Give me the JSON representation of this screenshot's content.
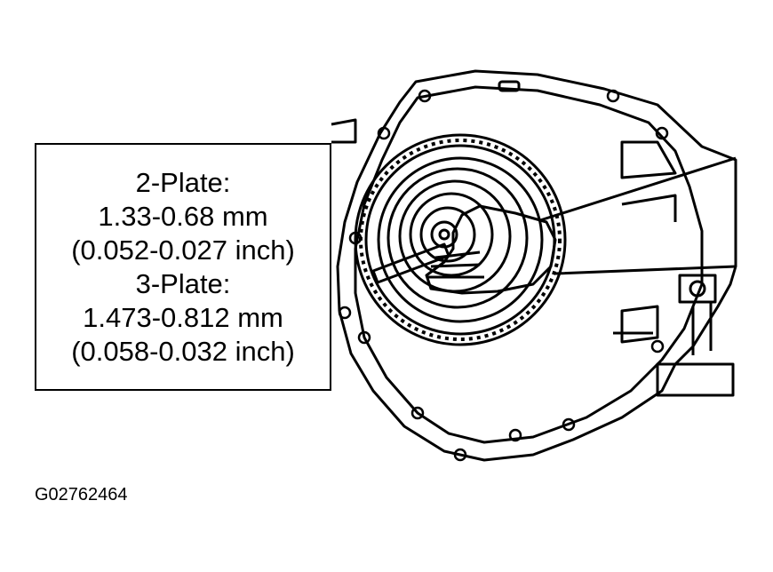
{
  "callout": {
    "lines": [
      "2-Plate:",
      "1.33-0.68 mm",
      "(0.052-0.027 inch)",
      "3-Plate:",
      "1.473-0.812 mm",
      "(0.058-0.032 inch)"
    ]
  },
  "figure_id": "G02762464",
  "colors": {
    "ink": "#000000",
    "paper": "#ffffff"
  }
}
